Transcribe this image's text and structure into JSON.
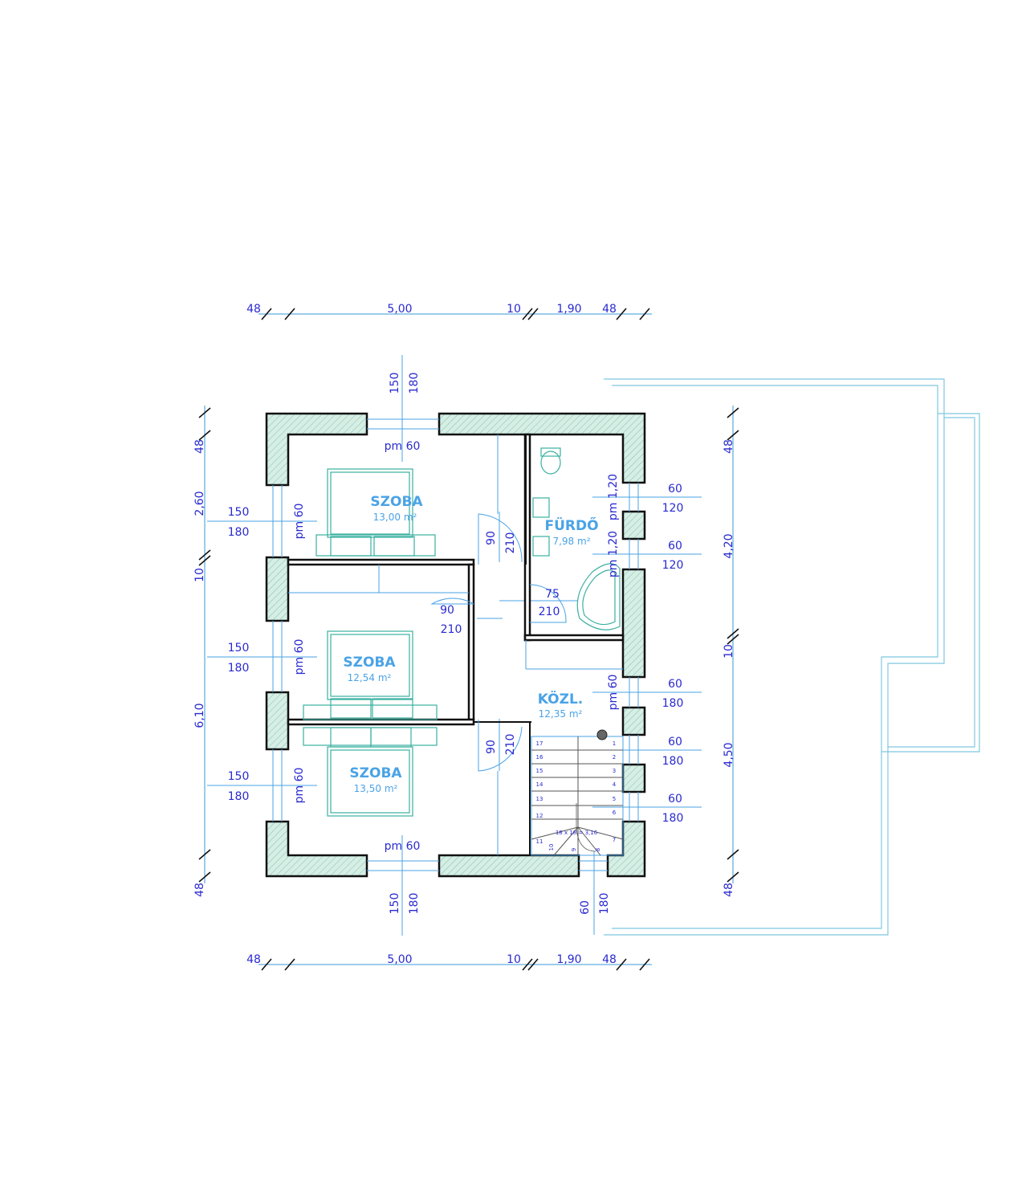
{
  "rooms": [
    {
      "name": "SZOBA",
      "area": "13,00 m²"
    },
    {
      "name": "SZOBA",
      "area": "12,54 m²"
    },
    {
      "name": "SZOBA",
      "area": "13,50 m²"
    },
    {
      "name": "FÜRDŐ",
      "area": "7,98 m²"
    },
    {
      "name": "KÖZL.",
      "area": "12,35 m²"
    }
  ],
  "top_dims": [
    "48",
    "5,00",
    "10",
    "1,90",
    "48"
  ],
  "bottom_dims": [
    "48",
    "5,00",
    "10",
    "1,90",
    "48"
  ],
  "left_dims": [
    "48",
    "2,60",
    "10",
    "6,10",
    "48"
  ],
  "right_dims": [
    "48",
    "4,20",
    "10",
    "4,50",
    "48"
  ],
  "windows": {
    "top_window": [
      "150",
      "180"
    ],
    "bottom_window": [
      "150",
      "180"
    ],
    "top_sill": "pm 60",
    "bottom_sill": "pm 60",
    "left_windows": [
      {
        "width": "150",
        "height": "180",
        "sill": "pm 60"
      },
      {
        "width": "150",
        "height": "180",
        "sill": "pm 60"
      },
      {
        "width": "150",
        "height": "180",
        "sill": "pm 60"
      }
    ],
    "right_windows": [
      {
        "width": "60",
        "height": "120",
        "sill": "pm 1,20"
      },
      {
        "width": "60",
        "height": "120",
        "sill": "pm 1,20"
      },
      {
        "width": "60",
        "height": "180",
        "sill": "pm 60"
      },
      {
        "width": "60",
        "height": "180"
      },
      {
        "width": "60",
        "height": "180"
      }
    ],
    "stair_window": [
      "60",
      "180"
    ]
  },
  "doors": [
    {
      "width": "90",
      "height": "210"
    },
    {
      "width": "90",
      "height": "210"
    },
    {
      "width": "75",
      "height": "210"
    },
    {
      "width": "90",
      "height": "210"
    }
  ],
  "stair": {
    "label": "18 x 18 = 3,16",
    "steps": [
      "1",
      "2",
      "3",
      "4",
      "5",
      "6",
      "7",
      "8",
      "9",
      "10",
      "11",
      "12",
      "13",
      "14",
      "15",
      "16",
      "17"
    ]
  },
  "colors": {
    "dimension": "#2a2ad0",
    "room_label": "#4aa3e6",
    "wall_hatch": "#cfe9df",
    "terrace": "#7ec8e0"
  }
}
